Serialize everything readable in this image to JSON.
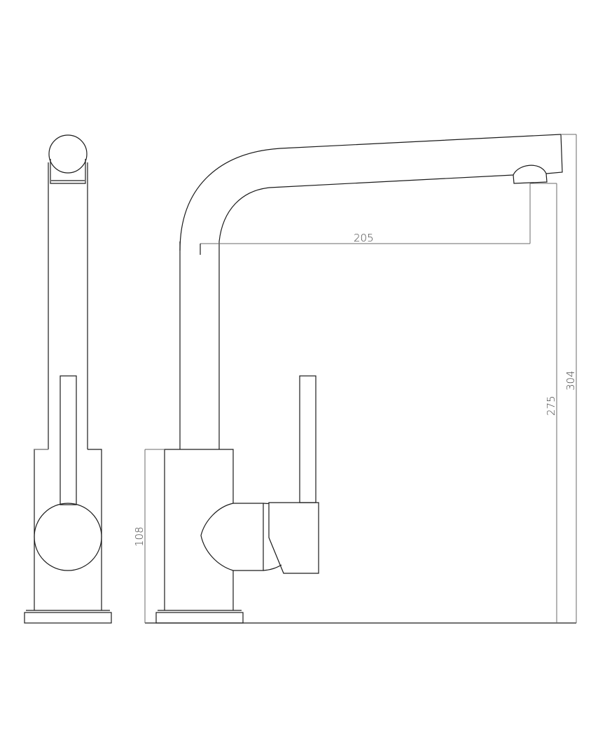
{
  "drawing": {
    "subject": "kitchen mixer tap dimensional drawing",
    "views": [
      {
        "name": "front-view",
        "description": "front elevation"
      },
      {
        "name": "side-view",
        "description": "side elevation with spout"
      }
    ],
    "dimensions": {
      "spout_reach": "205",
      "outlet_height": "275",
      "overall_height": "304",
      "body_height": "108"
    },
    "colors": {
      "line": "#1a1a1a",
      "dimension_line": "#6a6a6a",
      "background": "#ffffff"
    }
  }
}
